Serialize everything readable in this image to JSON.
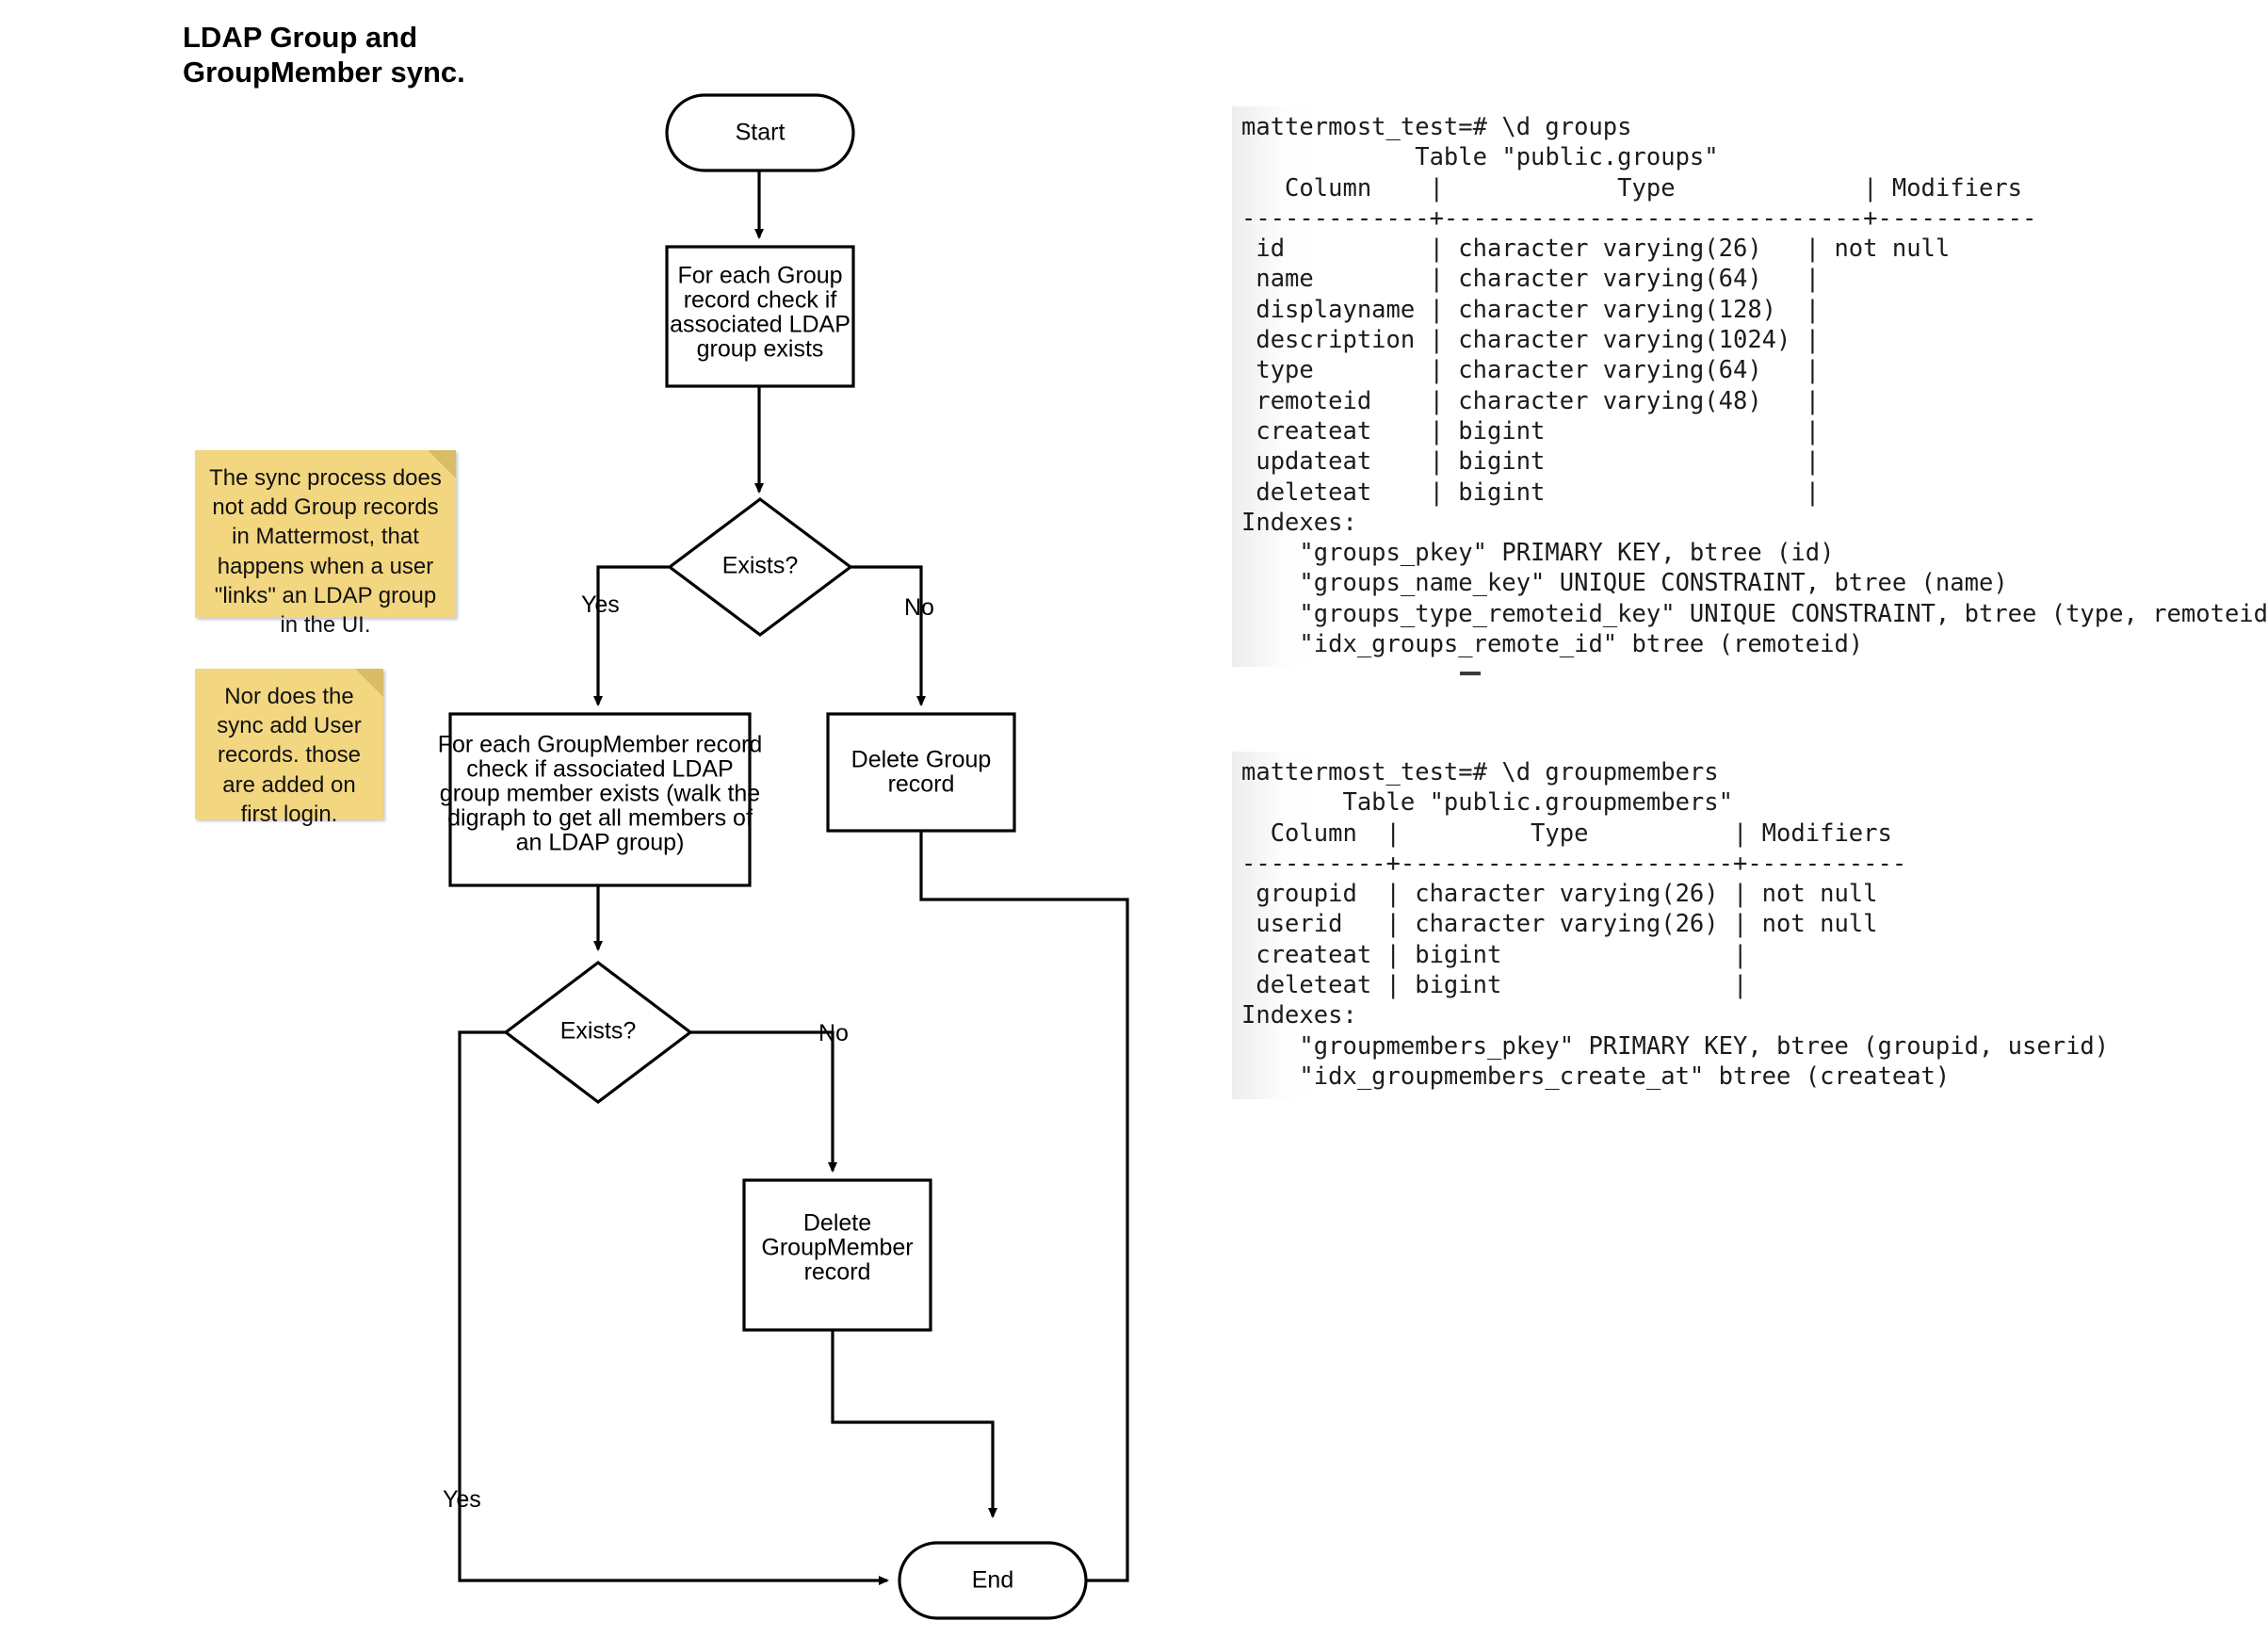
{
  "title": "LDAP Group and\nGroupMember sync.",
  "flow": {
    "nodes": {
      "start": "Start",
      "for_each_group": "For each Group\nrecord check if\nassociated LDAP\ngroup exists",
      "exists_group": "Exists?",
      "for_each_groupmember": "For each GroupMember record\ncheck if associated LDAP\ngroup member exists (walk the\ndigraph to get all members of\nan LDAP group)",
      "delete_group": "Delete Group\nrecord",
      "exists_member": "Exists?",
      "delete_groupmember": "Delete\nGroupMember\nrecord",
      "end": "End"
    },
    "edge_labels": {
      "group_yes": "Yes",
      "group_no": "No",
      "member_no": "No",
      "member_yes": "Yes"
    }
  },
  "notes": [
    {
      "id": "note-sync",
      "text": "The sync process does not add Group records in Mattermost, that happens when a user \"links\" an LDAP group in the UI."
    },
    {
      "id": "note-user",
      "text": "Nor does the sync add User records. those are added on first login."
    }
  ],
  "terminals": {
    "groups": "mattermost_test=# \\d groups\n            Table \"public.groups\"\n   Column    |            Type             | Modifiers \n-------------+-----------------------------+-----------\n id          | character varying(26)   | not null\n name        | character varying(64)   |\n displayname | character varying(128)  |\n description | character varying(1024) |\n type        | character varying(64)   |\n remoteid    | character varying(48)   |\n createat    | bigint                  |\n updateat    | bigint                  |\n deleteat    | bigint                  |\nIndexes:\n    \"groups_pkey\" PRIMARY KEY, btree (id)\n    \"groups_name_key\" UNIQUE CONSTRAINT, btree (name)\n    \"groups_type_remoteid_key\" UNIQUE CONSTRAINT, btree (type, remoteid)\n    \"idx_groups_remote_id\" btree (remoteid)",
    "groupmembers": "mattermost_test=# \\d groupmembers\n       Table \"public.groupmembers\"\n  Column  |         Type          | Modifiers \n----------+-----------------------+-----------\n groupid  | character varying(26) | not null\n userid   | character varying(26) | not null\n createat | bigint                |\n deleteat | bigint                |\nIndexes:\n    \"groupmembers_pkey\" PRIMARY KEY, btree (groupid, userid)\n    \"idx_groupmembers_create_at\" btree (createat)"
  },
  "colors": {
    "note_bg": "#f2d680",
    "note_fold": "#d8bd66",
    "stroke": "#000000",
    "terminal_text": "#1b1b1b"
  }
}
